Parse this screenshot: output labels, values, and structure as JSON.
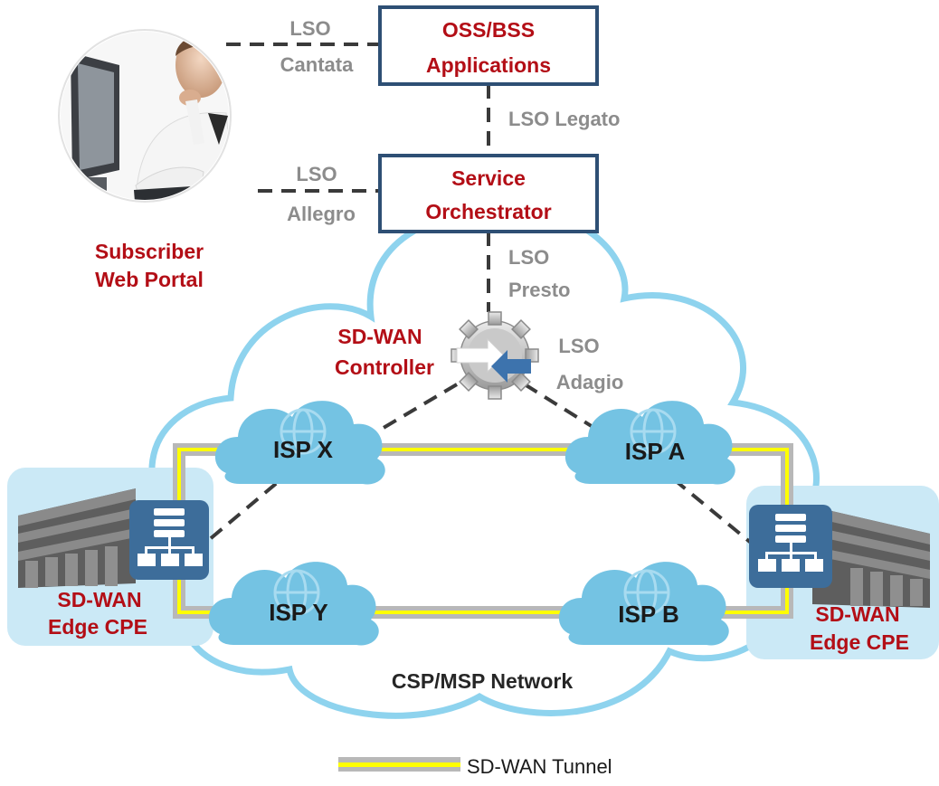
{
  "boxes": {
    "oss_line1": "OSS/BSS",
    "oss_line2": "Applications",
    "so_line1": "Service",
    "so_line2": "Orchestrator"
  },
  "subscriber": {
    "line1": "Subscriber",
    "line2": "Web Portal"
  },
  "controller": {
    "line1": "SD-WAN",
    "line2": "Controller"
  },
  "lso": {
    "cantata_line1": "LSO",
    "cantata_line2": "Cantata",
    "legato": "LSO Legato",
    "allegro_line1": "LSO",
    "allegro_line2": "Allegro",
    "presto_line1": "LSO",
    "presto_line2": "Presto",
    "adagio_line1": "LSO",
    "adagio_line2": "Adagio"
  },
  "isps": {
    "x": "ISP X",
    "a": "ISP A",
    "y": "ISP Y",
    "b": "ISP B"
  },
  "edge_left": {
    "line1": "SD-WAN",
    "line2": "Edge CPE"
  },
  "edge_right": {
    "line1": "SD-WAN",
    "line2": "Edge CPE"
  },
  "network_label": "CSP/MSP Network",
  "legend": {
    "tunnel": "SD-WAN Tunnel"
  },
  "colors": {
    "red_text": "#b30e16",
    "gray_text": "#8c8c8c",
    "box_border": "#2e4f74",
    "cloud_outline": "#8ed3ee",
    "isp_cloud": "#74c3e3",
    "edge_panel": "#cbe9f6",
    "router_blue": "#3d6d9a",
    "tunnel_gray": "#b8b8b8",
    "tunnel_yellow": "#ffff00"
  }
}
